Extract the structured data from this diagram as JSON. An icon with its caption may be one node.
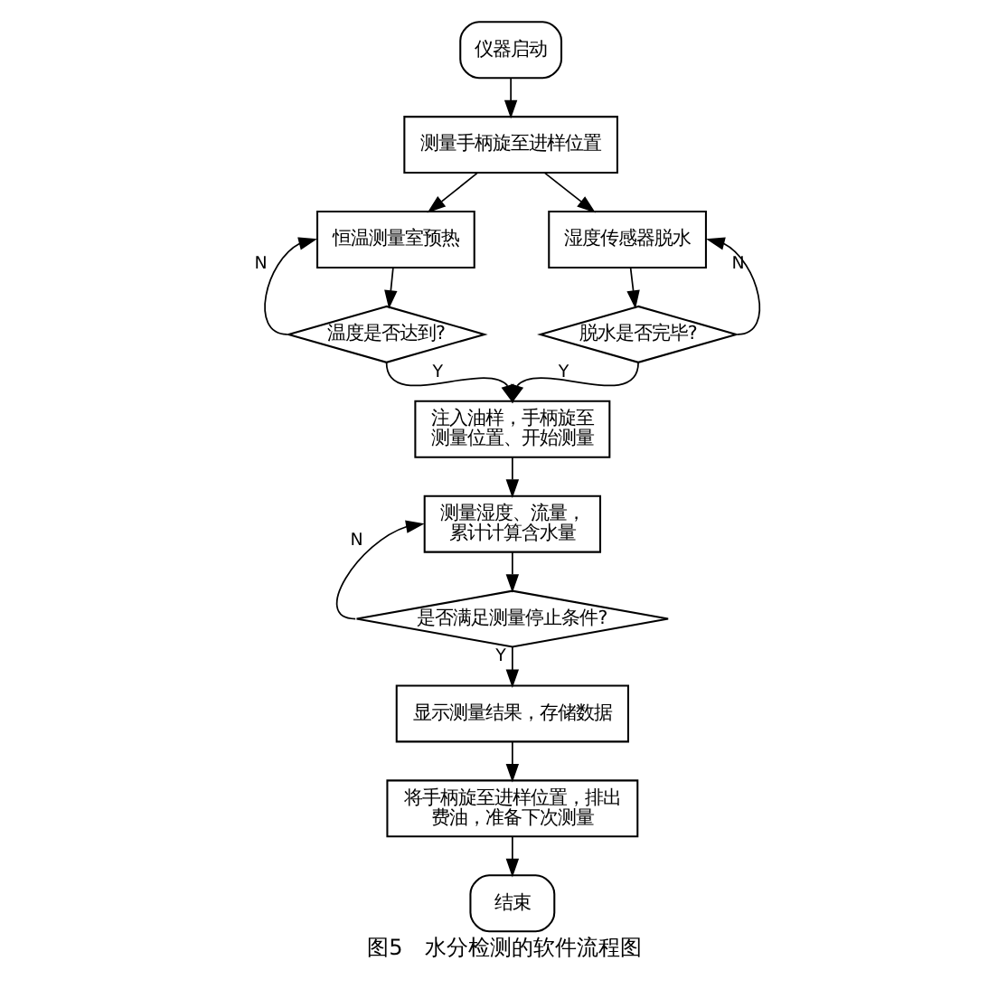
{
  "diagram": {
    "caption": "图5　水分检测的软件流程图",
    "nodes": [
      {
        "text": [
          "仪器启动"
        ]
      },
      {
        "text": [
          "测量手柄旋至进样位置"
        ]
      },
      {
        "text": [
          "恒温测量室预热"
        ]
      },
      {
        "text": [
          "湿度传感器脱水"
        ]
      },
      {
        "text": [
          "温度是否达到?"
        ]
      },
      {
        "text": [
          "脱水是否完毕?"
        ]
      },
      {
        "text": [
          "注入油样，手柄旋至测量位置、开始测量"
        ]
      },
      {
        "text": [
          "测量湿度、流量，累计计算含水量"
        ]
      },
      {
        "text": [
          "是否满足测量停止条件?"
        ]
      },
      {
        "text": [
          "显示测量结果，存储数据"
        ]
      },
      {
        "text": [
          "将手柄旋至进样位置，排出费油，准备下次测量"
        ]
      },
      {
        "text": [
          "结束"
        ]
      }
    ],
    "edges": [
      {
        "from": 0,
        "to": 1,
        "arrow": "to"
      },
      {
        "from": 1,
        "to": 2,
        "arrow": "to"
      },
      {
        "from": 1,
        "to": 3,
        "arrow": "to"
      },
      {
        "from": 2,
        "to": 4,
        "arrow": "to"
      },
      {
        "from": 3,
        "to": 5,
        "arrow": "to"
      },
      {
        "from": 4,
        "to": 2,
        "arrow": "to",
        "label": "N"
      },
      {
        "from": 5,
        "to": 3,
        "arrow": "to",
        "label": "N"
      },
      {
        "from": 4,
        "to": 6,
        "arrow": "to",
        "label": "Y"
      },
      {
        "from": 5,
        "to": 6,
        "arrow": "to",
        "label": "Y"
      },
      {
        "from": 6,
        "to": 7,
        "arrow": "to"
      },
      {
        "from": 7,
        "to": 8,
        "arrow": "to"
      },
      {
        "from": 8,
        "to": 7,
        "arrow": "to",
        "label": "N"
      },
      {
        "from": 8,
        "to": 9,
        "arrow": "to",
        "label": "Y"
      },
      {
        "from": 9,
        "to": 10,
        "arrow": "to"
      },
      {
        "from": 10,
        "to": 11,
        "arrow": "to"
      }
    ]
  }
}
